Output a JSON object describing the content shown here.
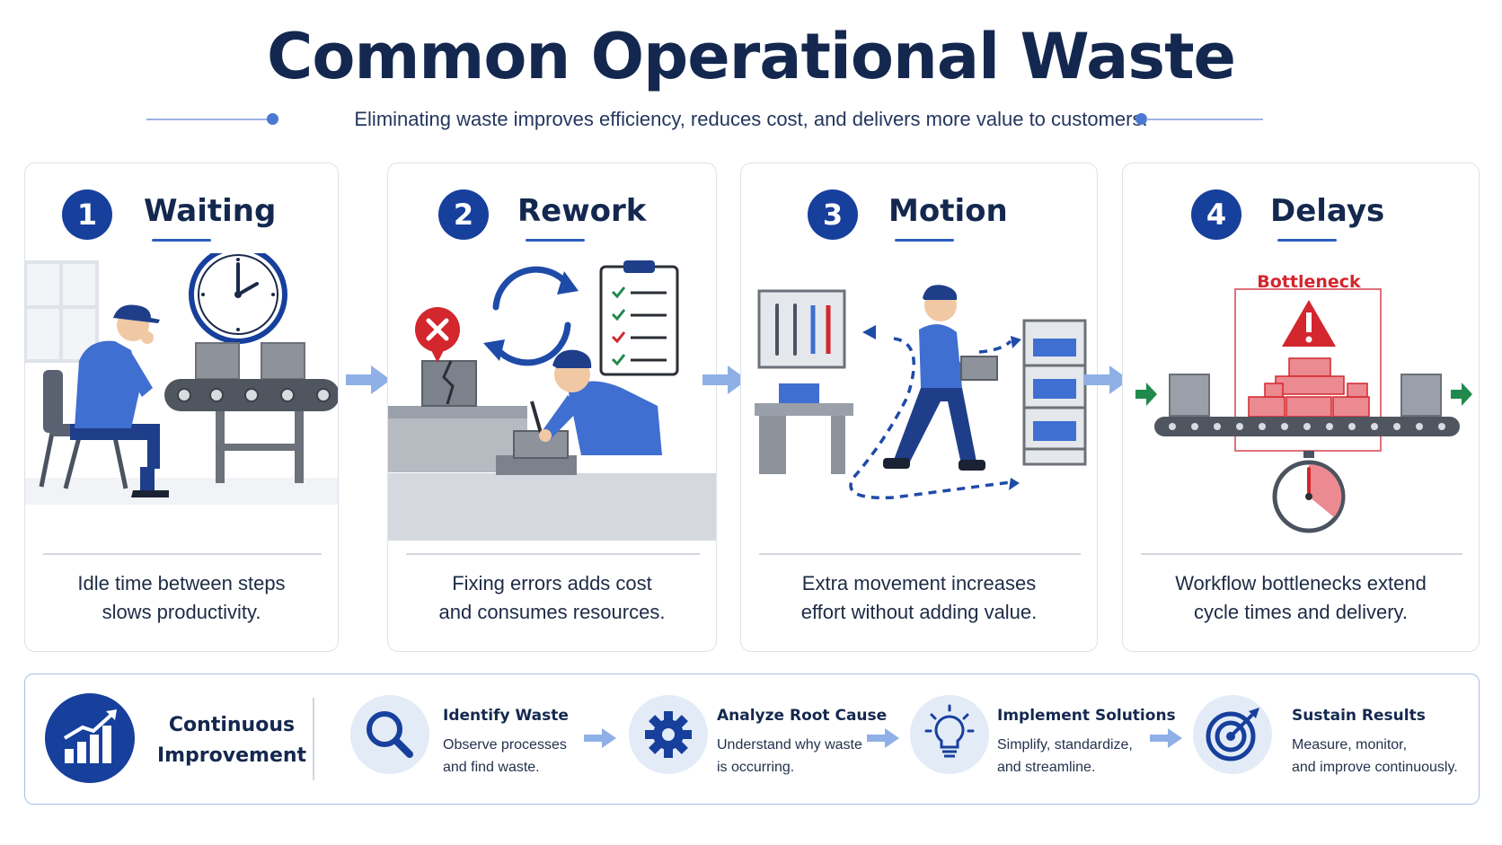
{
  "header": {
    "title": "Common Operational Waste",
    "subtitle": "Eliminating waste improves efficiency, reduces cost, and delivers more value to customers."
  },
  "cards": [
    {
      "number": "1",
      "title": "Waiting",
      "desc_line1": "Idle time between steps",
      "desc_line2": "slows productivity."
    },
    {
      "number": "2",
      "title": "Rework",
      "desc_line1": "Fixing errors adds cost",
      "desc_line2": "and consumes resources."
    },
    {
      "number": "3",
      "title": "Motion",
      "desc_line1": "Extra movement increases",
      "desc_line2": "effort without adding value."
    },
    {
      "number": "4",
      "title": "Delays",
      "desc_line1": "Workflow bottlenecks extend",
      "desc_line2": "cycle times and delivery.",
      "bottleneck_label": "Bottleneck"
    }
  ],
  "improvement": {
    "label_line1": "Continuous",
    "label_line2": "Improvement",
    "steps": [
      {
        "title": "Identify Waste",
        "desc_line1": "Observe processes",
        "desc_line2": "and find waste.",
        "icon": "magnifier-icon"
      },
      {
        "title": "Analyze Root Cause",
        "desc_line1": "Understand why waste",
        "desc_line2": "is occurring.",
        "icon": "gear-icon"
      },
      {
        "title": "Implement Solutions",
        "desc_line1": "Simplify, standardize,",
        "desc_line2": "and streamline.",
        "icon": "lightbulb-icon"
      },
      {
        "title": "Sustain Results",
        "desc_line1": "Measure, monitor,",
        "desc_line2": "and improve continuously.",
        "icon": "target-icon"
      }
    ]
  },
  "colors": {
    "navy": "#14284f",
    "badge_blue": "#173f9c",
    "worker_blue": "#3f6fd0",
    "arrow_blue": "#8fb0e6",
    "alert_red": "#d3262d",
    "flow_green": "#1f8a4c"
  }
}
